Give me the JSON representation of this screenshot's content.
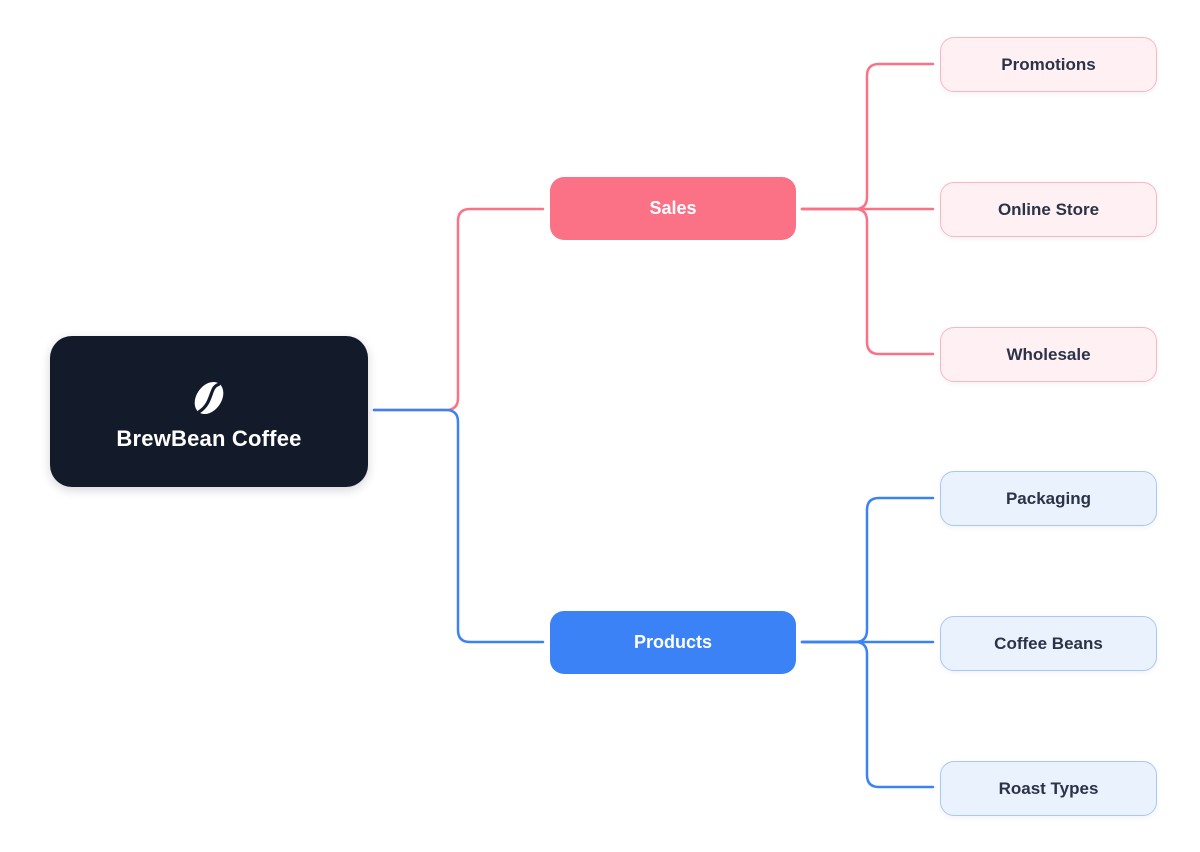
{
  "colors": {
    "root_bg": "#131a2a",
    "root_text": "#ffffff",
    "sales": "#fb7185",
    "sales_leaf_bg": "#fff1f3",
    "sales_leaf_border": "#fbb6c3",
    "products": "#3b82f6",
    "products_leaf_bg": "#eaf2fe",
    "products_leaf_border": "#a8c8f7",
    "leaf_text": "#2a3347"
  },
  "root": {
    "title": "BrewBean Coffee",
    "icon": "coffee-bean-icon"
  },
  "branches": [
    {
      "id": "sales",
      "label": "Sales",
      "children": [
        "Promotions",
        "Online Store",
        "Wholesale"
      ]
    },
    {
      "id": "products",
      "label": "Products",
      "children": [
        "Packaging",
        "Coffee Beans",
        "Roast Types"
      ]
    }
  ]
}
